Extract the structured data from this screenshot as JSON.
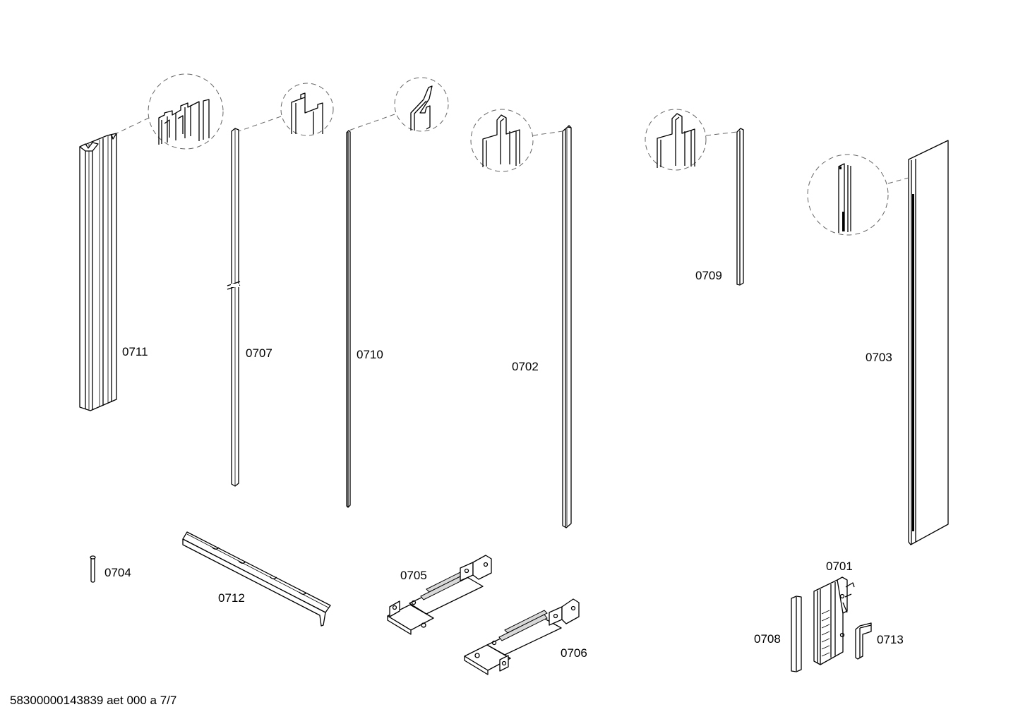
{
  "parts": {
    "p0711": "0711",
    "p0707": "0707",
    "p0710": "0710",
    "p0702": "0702",
    "p0709": "0709",
    "p0703": "0703",
    "p0704": "0704",
    "p0712": "0712",
    "p0705": "0705",
    "p0706": "0706",
    "p0701": "0701",
    "p0708": "0708",
    "p0713": "0713"
  },
  "footer": "58300000143839 aet 000 a 7/7"
}
